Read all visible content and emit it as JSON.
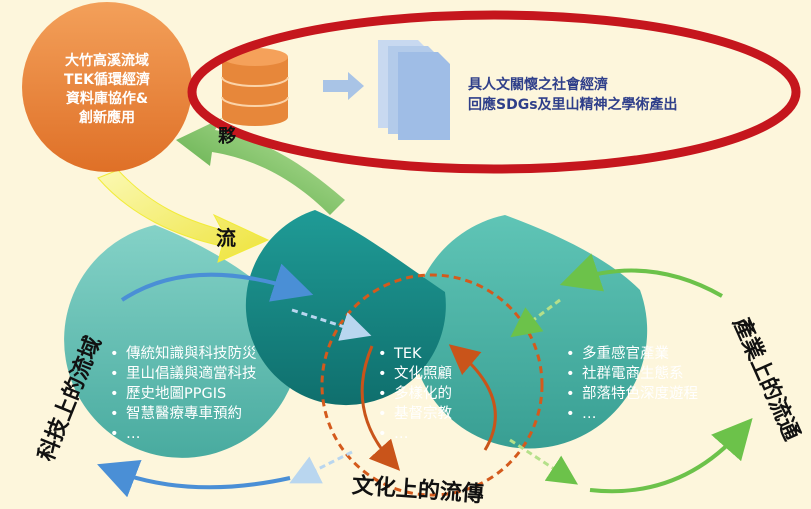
{
  "hub": {
    "lines": [
      "大竹高溪流域",
      "TEK循環經濟",
      "資料庫協作&",
      "創新應用"
    ]
  },
  "output": {
    "lines": [
      "具人文關懷之社會經濟",
      "回應SDGs及里山精神之學術產出"
    ]
  },
  "tags": {
    "flow": "流",
    "partial": "夥"
  },
  "circles": {
    "tech": {
      "label": "科技上的流域",
      "items": [
        "傳統知識與科技防災",
        "里山倡議與適當科技",
        "歷史地圖PPGIS",
        "智慧醫療專車預約",
        "…"
      ]
    },
    "culture": {
      "label": "文化上的流傳",
      "items": [
        "TEK",
        "文化照顧",
        "多樣化的",
        "基督宗教",
        "…"
      ]
    },
    "industry": {
      "label": "產業上的流通",
      "items": [
        "多重感官產業",
        "社群電商生態系",
        "部落特色深度遊程",
        "…"
      ]
    }
  },
  "colors": {
    "background": "#fdf6dc",
    "hub_orange": "#e9853a",
    "teal_light": "#4fb8ac",
    "teal_dark": "#1a8a86",
    "highlight_red": "#c5161d",
    "arrow_blue": "#4a8fd6",
    "arrow_green": "#6cc24a",
    "arrow_yellow": "#f2ec3a",
    "dashed_orange": "#d45a1c"
  }
}
